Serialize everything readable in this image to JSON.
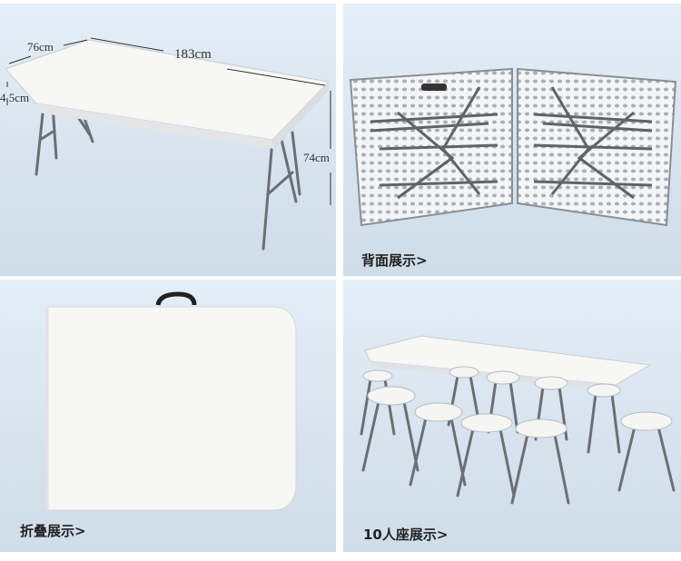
{
  "panels": {
    "dimensions": {
      "width_label": "76cm",
      "length_label": "183cm",
      "thickness_label": "4.5cm",
      "height_label": "74cm"
    },
    "back_view": {
      "caption": "背面展示>"
    },
    "folded_view": {
      "caption": "折叠展示>"
    },
    "ten_seat_view": {
      "caption": "10人座展示>"
    }
  },
  "colors": {
    "background": "#d9e6f1",
    "tabletop": "#f7f7f5",
    "frame": "#6b6f74"
  }
}
